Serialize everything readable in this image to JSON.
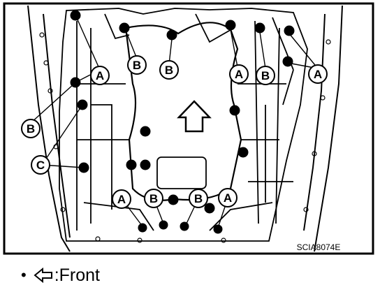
{
  "figure": {
    "image_code": "SCIA8074E",
    "callouts": [
      {
        "letter": "A",
        "target": "A1"
      },
      {
        "letter": "B",
        "target": "B1"
      },
      {
        "letter": "B",
        "target": "B2"
      },
      {
        "letter": "A",
        "target": "A2"
      },
      {
        "letter": "B",
        "target": "B3"
      },
      {
        "letter": "A",
        "target": "A3"
      },
      {
        "letter": "B",
        "target": "B4"
      },
      {
        "letter": "C",
        "target": "C1"
      },
      {
        "letter": "A",
        "target": "A4"
      },
      {
        "letter": "B",
        "target": "B5"
      },
      {
        "letter": "B",
        "target": "B6"
      },
      {
        "letter": "A",
        "target": "A5"
      }
    ]
  },
  "legend": {
    "bullet": "•",
    "icon": "front-arrow-icon",
    "text": ":Front"
  }
}
